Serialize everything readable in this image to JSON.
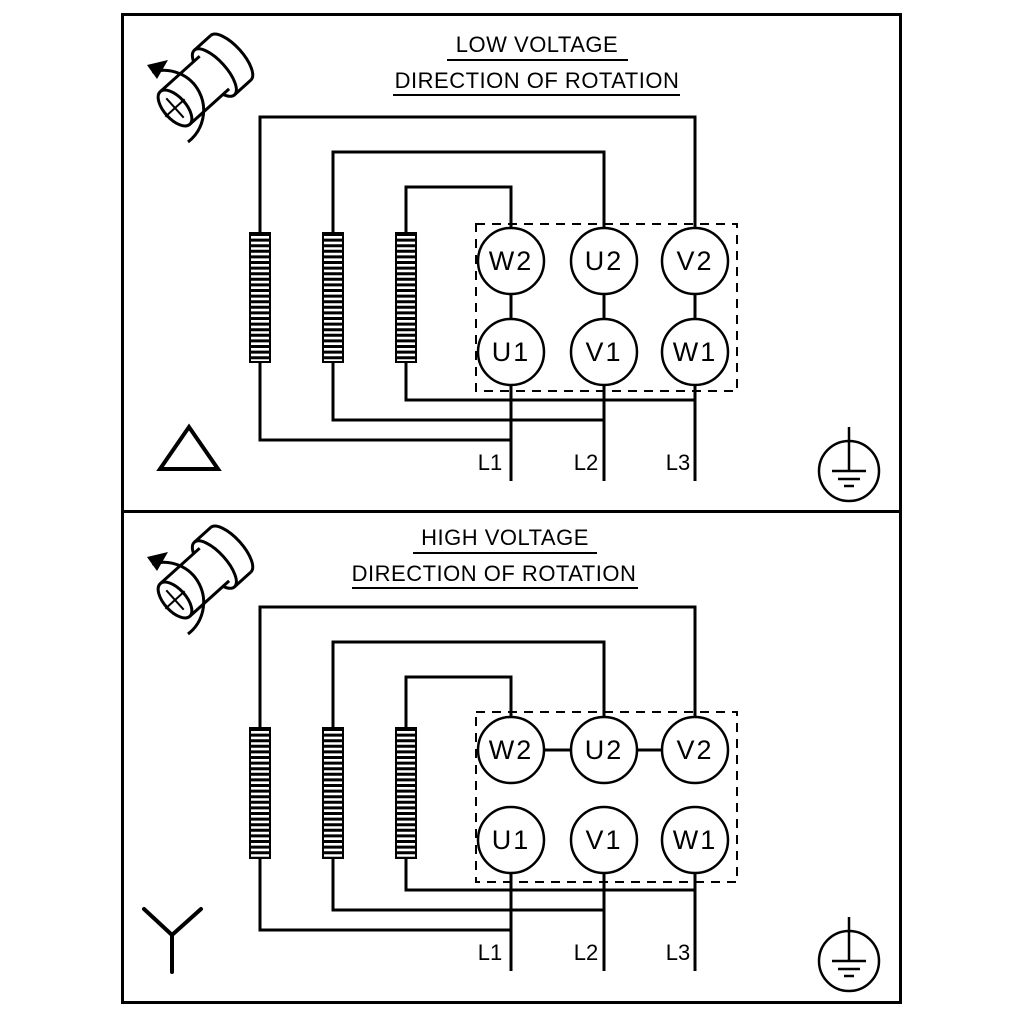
{
  "colors": {
    "ink": "#000000",
    "paper": "#ffffff"
  },
  "panels": [
    {
      "id": "low-voltage",
      "title": "LOW VOLTAGE",
      "subtitle": "DIRECTION OF ROTATION",
      "connection": "delta",
      "windings": 3,
      "terminals": {
        "top_row": [
          "W2",
          "U2",
          "V2"
        ],
        "bottom_row": [
          "U1",
          "V1",
          "W1"
        ]
      },
      "supply_lines": [
        "L1",
        "L2",
        "L3"
      ],
      "icons": {
        "rotation": "shaft-rotation-icon",
        "connection_symbol": "delta-icon",
        "earth": "earth-ground-icon"
      }
    },
    {
      "id": "high-voltage",
      "title": "HIGH VOLTAGE",
      "subtitle": "DIRECTION OF ROTATION",
      "connection": "star",
      "windings": 3,
      "terminals": {
        "top_row": [
          "W2",
          "U2",
          "V2"
        ],
        "bottom_row": [
          "U1",
          "V1",
          "W1"
        ]
      },
      "supply_lines": [
        "L1",
        "L2",
        "L3"
      ],
      "icons": {
        "rotation": "shaft-rotation-icon",
        "connection_symbol": "star-icon",
        "earth": "earth-ground-icon"
      }
    }
  ]
}
